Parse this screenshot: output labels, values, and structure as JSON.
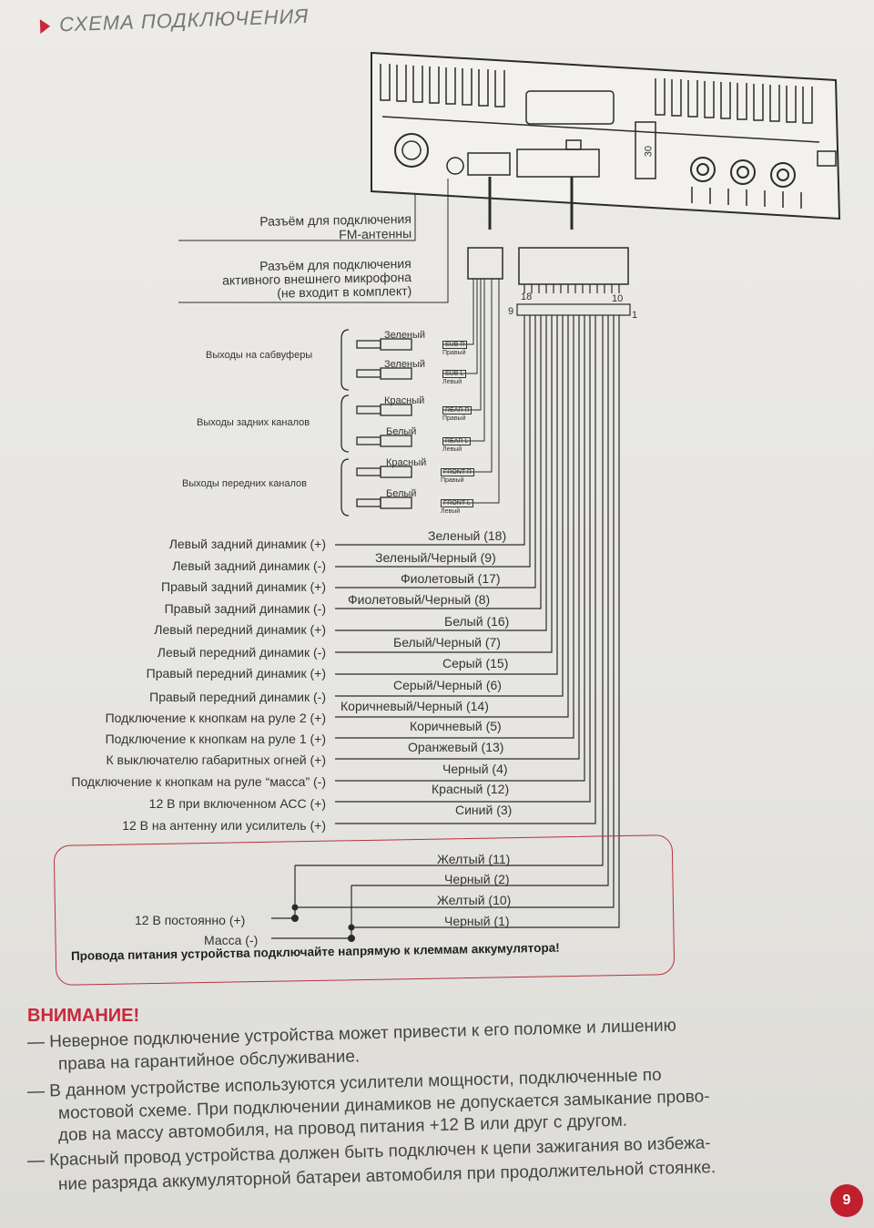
{
  "header": {
    "title": "СХЕМА ПОДКЛЮЧЕНИЯ"
  },
  "unit": {
    "fuse_label": "30"
  },
  "connectors": {
    "fm_antenna": [
      "Разъём для подключения",
      "FM-антенны"
    ],
    "microphone": [
      "Разъём для подключения",
      "активного внешнего микрофона",
      "(не входит в комплект)"
    ],
    "pin_labels": {
      "p18": "18",
      "p10": "10",
      "p9": "9",
      "p1": "1"
    }
  },
  "rca_groups": [
    {
      "label": "Выходы на сабвуферы",
      "channels": [
        {
          "color": "Зеленый",
          "tag": "SUB R",
          "side": "Правый"
        },
        {
          "color": "Зеленый",
          "tag": "SUB L",
          "side": "Левый"
        }
      ]
    },
    {
      "label": "Выходы задних каналов",
      "channels": [
        {
          "color": "Красный",
          "tag": "REAR R",
          "side": "Правый"
        },
        {
          "color": "Белый",
          "tag": "REAR L",
          "side": "Левый"
        }
      ]
    },
    {
      "label": "Выходы передних каналов",
      "channels": [
        {
          "color": "Красный",
          "tag": "FRONT R",
          "side": "Правый"
        },
        {
          "color": "Белый",
          "tag": "FRONT L",
          "side": "Левый"
        }
      ]
    }
  ],
  "wires": [
    {
      "function": "Левый задний динамик (+)",
      "wire": "Зеленый (18)"
    },
    {
      "function": "Левый задний динамик (-)",
      "wire": "Зеленый/Черный (9)"
    },
    {
      "function": "Правый задний динамик (+)",
      "wire": "Фиолетовый (17)"
    },
    {
      "function": "Правый задний динамик (-)",
      "wire": "Фиолетовый/Черный (8)"
    },
    {
      "function": "Левый передний динамик (+)",
      "wire": "Белый (16)"
    },
    {
      "function": "Левый передний динамик (-)",
      "wire": "Белый/Черный (7)"
    },
    {
      "function": "Правый передний динамик (+)",
      "wire": "Серый (15)"
    },
    {
      "function": "Правый передний динамик (-)",
      "wire": "Серый/Черный (6)"
    },
    {
      "function": "Подключение к кнопкам на руле 2 (+)",
      "wire": "Коричневый/Черный (14)"
    },
    {
      "function": "Подключение к кнопкам на руле 1 (+)",
      "wire": "Коричневый (5)"
    },
    {
      "function": "К выключателю габаритных огней (+)",
      "wire": "Оранжевый (13)"
    },
    {
      "function": "Подключение к кнопкам на руле “масса” (-)",
      "wire": "Черный (4)"
    },
    {
      "function": "12 В при включенном АСС (+)",
      "wire": "Красный (12)"
    },
    {
      "function": "12 В на антенну или усилитель (+)",
      "wire": "Синий (3)"
    }
  ],
  "power": {
    "wires": [
      "Желтый (11)",
      "Черный (2)",
      "Желтый (10)",
      "Черный (1)"
    ],
    "constant_label": "12 В постоянно (+)",
    "ground_label": "Масса (-)",
    "note": "Провода питания устройства подключайте напрямую к клеммам аккумулятора!"
  },
  "warning": {
    "title": "ВНИМАНИЕ!",
    "lines": [
      "—  Неверное подключение устройства может привести к его поломке и лишению",
      "права на гарантийное обслуживание.",
      "—  В данном устройстве используются усилители мощности, подключенные по",
      "мостовой схеме. При подключении динамиков не допускается замыкание прово-",
      "дов на массу автомобиля, на провод питания +12 В или друг с другом.",
      "—  Красный провод устройства должен быть подключен к цепи зажигания во избежа-",
      "ние разряда аккумуляторной батареи автомобиля при продолжительной стоянке."
    ]
  },
  "page_number": "9",
  "colors": {
    "accent": "#c8283a",
    "line": "#333333"
  }
}
